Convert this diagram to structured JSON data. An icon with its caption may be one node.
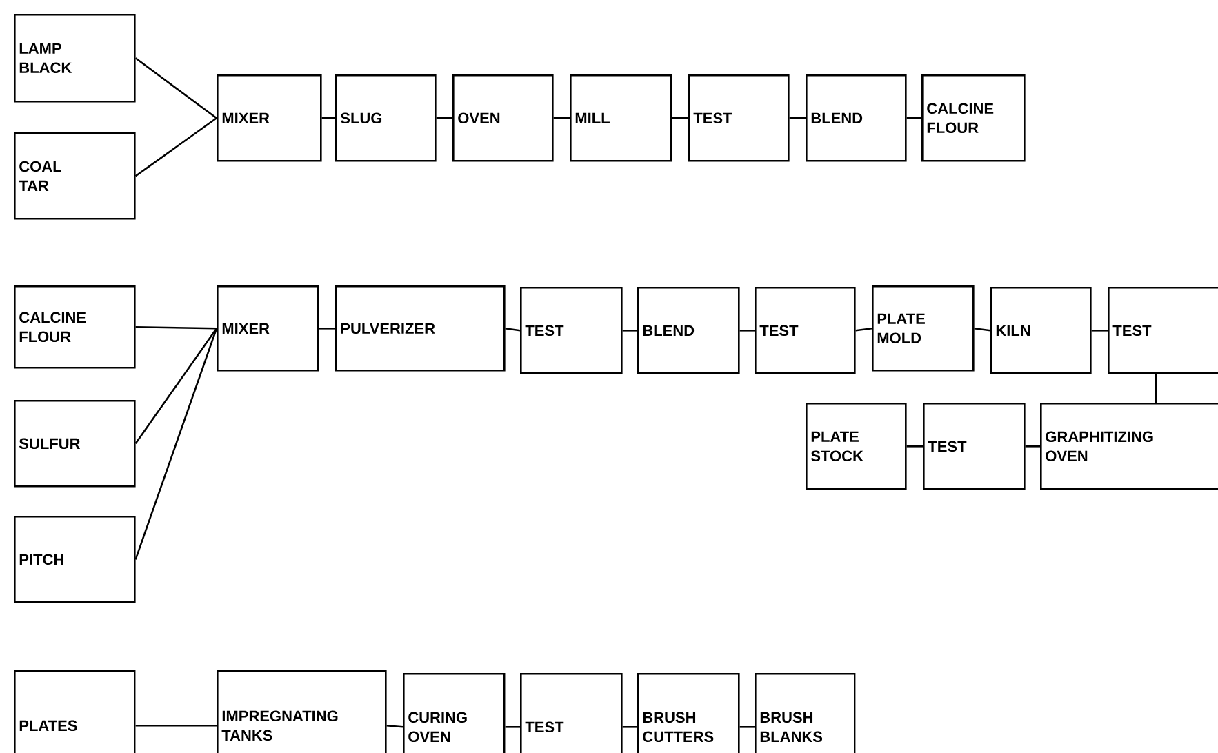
{
  "diagram": {
    "nodes": [
      {
        "text": [
          "LAMP BLACK"
        ]
      },
      {
        "text": [
          "COAL TAR"
        ]
      },
      {
        "text": [
          "MIXER"
        ]
      },
      {
        "text": [
          "SLUG"
        ]
      },
      {
        "text": [
          "OVEN"
        ]
      },
      {
        "text": [
          "MILL"
        ]
      },
      {
        "text": [
          "TEST"
        ]
      },
      {
        "text": [
          "BLEND"
        ]
      },
      {
        "text": [
          "CALCINE FLOUR"
        ]
      },
      {
        "text": [
          "CALCINE FLOUR"
        ]
      },
      {
        "text": [
          "SULFUR"
        ]
      },
      {
        "text": [
          "PITCH"
        ]
      },
      {
        "text": [
          "MIXER"
        ]
      },
      {
        "text": [
          "PULVERIZER"
        ]
      },
      {
        "text": [
          "TEST"
        ]
      },
      {
        "text": [
          "BLEND"
        ]
      },
      {
        "text": [
          "TEST"
        ]
      },
      {
        "text": [
          "PLATE MOLD"
        ]
      },
      {
        "text": [
          "KILN"
        ]
      },
      {
        "text": [
          "TEST"
        ]
      },
      {
        "text": [
          "PLATE STOCK"
        ]
      },
      {
        "text": [
          "TEST"
        ]
      },
      {
        "text": [
          "GRAPHITIZING OVEN"
        ]
      },
      {
        "text": [
          "PLATES"
        ]
      },
      {
        "text": [
          "IMPREGNATING TANKS"
        ]
      },
      {
        "text": [
          "CURING OVEN"
        ]
      },
      {
        "text": [
          "TEST"
        ]
      },
      {
        "text": [
          "BRUSH CUTTERS"
        ]
      },
      {
        "text": [
          "BRUSH BLANKS"
        ]
      }
    ],
    "edges": [
      {
        "from": 0,
        "to": 2,
        "arrow": "none"
      },
      {
        "from": 1,
        "to": 2,
        "arrow": "none"
      },
      {
        "from": 2,
        "to": 3,
        "arrow": "none"
      },
      {
        "from": 3,
        "to": 4,
        "arrow": "none"
      },
      {
        "from": 4,
        "to": 5,
        "arrow": "none"
      },
      {
        "from": 5,
        "to": 6,
        "arrow": "none"
      },
      {
        "from": 6,
        "to": 7,
        "arrow": "none"
      },
      {
        "from": 7,
        "to": 8,
        "arrow": "none"
      },
      {
        "from": 9,
        "to": 12,
        "arrow": "none"
      },
      {
        "from": 10,
        "to": 12,
        "arrow": "none"
      },
      {
        "from": 11,
        "to": 12,
        "arrow": "none"
      },
      {
        "from": 12,
        "to": 13,
        "arrow": "none"
      },
      {
        "from": 13,
        "to": 14,
        "arrow": "none"
      },
      {
        "from": 14,
        "to": 15,
        "arrow": "none"
      },
      {
        "from": 15,
        "to": 16,
        "arrow": "none"
      },
      {
        "from": 16,
        "to": 17,
        "arrow": "none"
      },
      {
        "from": 17,
        "to": 18,
        "arrow": "none"
      },
      {
        "from": 18,
        "to": 19,
        "arrow": "none"
      },
      {
        "from": 19,
        "to": 22,
        "arrow": "none"
      },
      {
        "from": 22,
        "to": 21,
        "arrow": "none"
      },
      {
        "from": 21,
        "to": 20,
        "arrow": "none"
      },
      {
        "from": 23,
        "to": 24,
        "arrow": "none"
      },
      {
        "from": 24,
        "to": 25,
        "arrow": "none"
      },
      {
        "from": 25,
        "to": 26,
        "arrow": "none"
      },
      {
        "from": 26,
        "to": 27,
        "arrow": "none"
      },
      {
        "from": 27,
        "to": 28,
        "arrow": "none"
      }
    ]
  }
}
